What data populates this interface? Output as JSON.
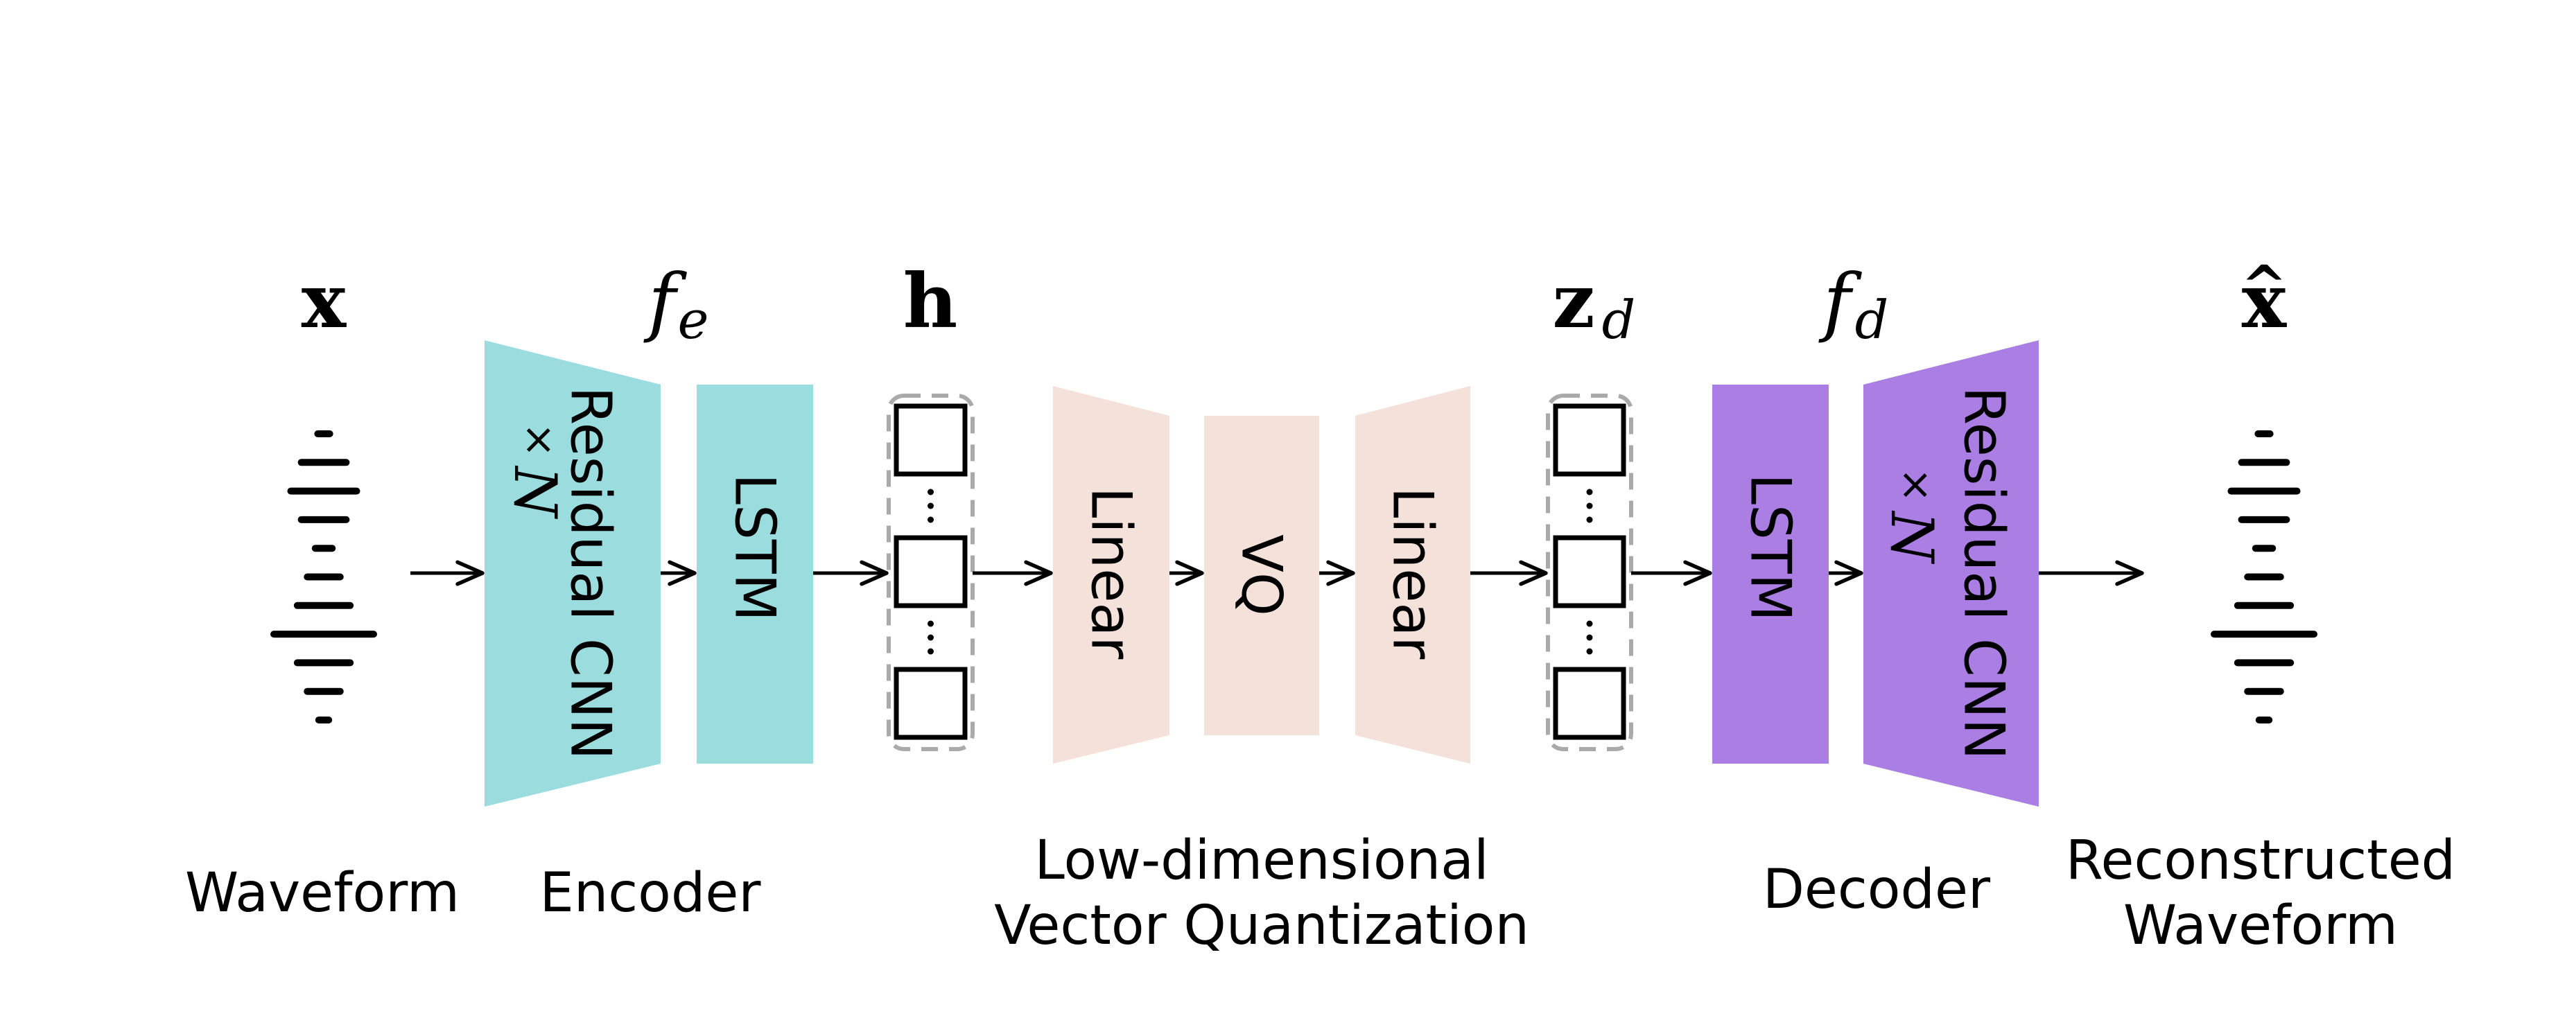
{
  "colors": {
    "encoder": "#9BDCDE",
    "quantizer": "#F3E1DA",
    "decoder": "#AB7EE3",
    "stroke": "#000000",
    "dashed_border": "#AAAAAA",
    "background": "#FFFFFF"
  },
  "symbols": {
    "input": "x",
    "encoder_fn": "f",
    "encoder_fn_sub": "e",
    "latent": "h",
    "decoded_latent": "z",
    "decoded_latent_sub": "d",
    "decoder_fn": "f",
    "decoder_fn_sub": "d",
    "output": "x",
    "output_hat": "^"
  },
  "blocks": {
    "encoder_cnn": {
      "label": "Residual CNN",
      "repeat_times": "×",
      "repeat_n": "N"
    },
    "encoder_lstm": {
      "label": "LSTM"
    },
    "linear_in": {
      "label": "Linear"
    },
    "vq": {
      "label": "VQ"
    },
    "linear_out": {
      "label": "Linear"
    },
    "decoder_lstm": {
      "label": "LSTM"
    },
    "decoder_cnn": {
      "label": "Residual CNN",
      "repeat_times": "×",
      "repeat_n": "N"
    }
  },
  "vector_groups": {
    "h": {
      "cells": 3,
      "ellipsis": "⋮"
    },
    "z_d": {
      "cells": 3,
      "ellipsis": "⋮"
    }
  },
  "waveform": {
    "amplitudes": [
      0.12,
      0.45,
      0.66,
      0.45,
      0.17,
      0.33,
      0.53,
      1.0,
      0.53,
      0.33,
      0.1
    ]
  },
  "captions": {
    "waveform": "Waveform",
    "encoder": "Encoder",
    "vq_line1": "Low-dimensional",
    "vq_line2": "Vector Quantization",
    "decoder": "Decoder",
    "recon_line1": "Reconstructed",
    "recon_line2": "Waveform"
  }
}
